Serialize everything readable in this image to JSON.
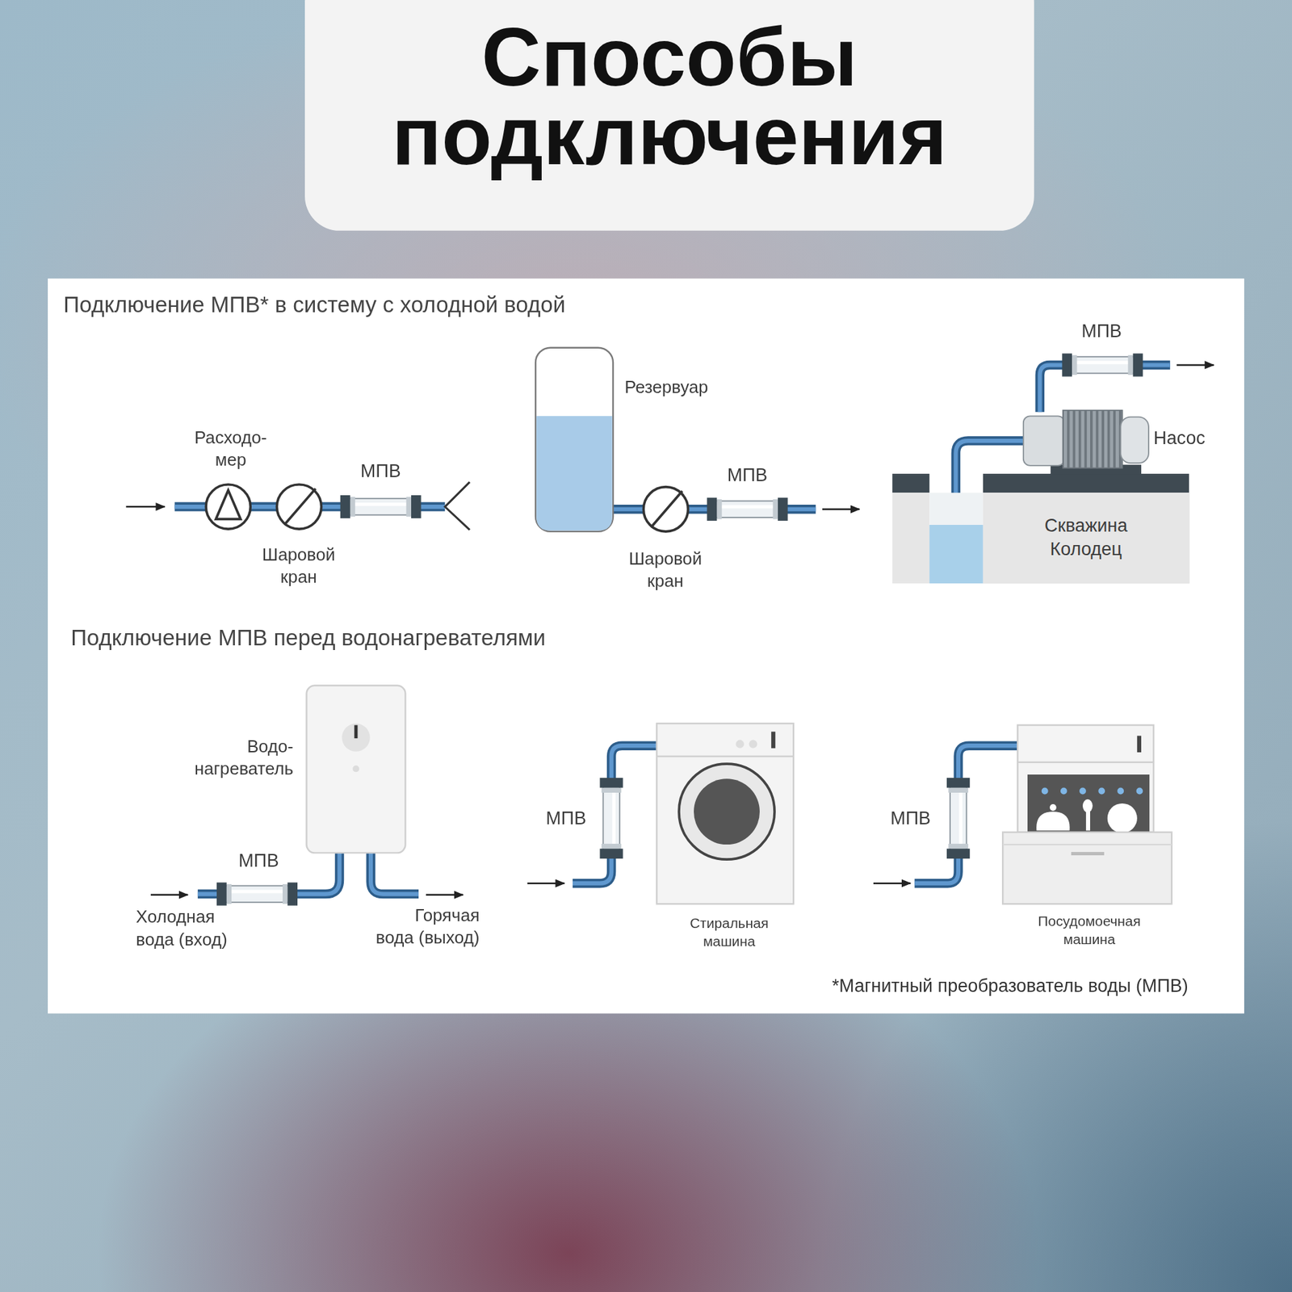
{
  "diagram": {
    "title": "Способы подключения",
    "caption": "*Магнитный преобразователь воды (МПВ)",
    "nodes": [
      {
        "text": [
          "Скважина Колодец"
        ]
      }
    ],
    "labels": [
      "Подключение МПВ* в систему с холодной водой",
      "Расходо- мер",
      "МПВ",
      "Шаровой кран",
      "Резервуар",
      "МПВ",
      "Шаровой кран",
      "МПВ",
      "Насос",
      "Подключение МПВ перед водонагревателями",
      "Водо- нагреватель",
      "МПВ",
      "Холодная вода (вход)",
      "Горячая вода (выход)",
      "МПВ",
      "Стиральная машина",
      "МПВ",
      "Посудомоечная машина"
    ]
  }
}
